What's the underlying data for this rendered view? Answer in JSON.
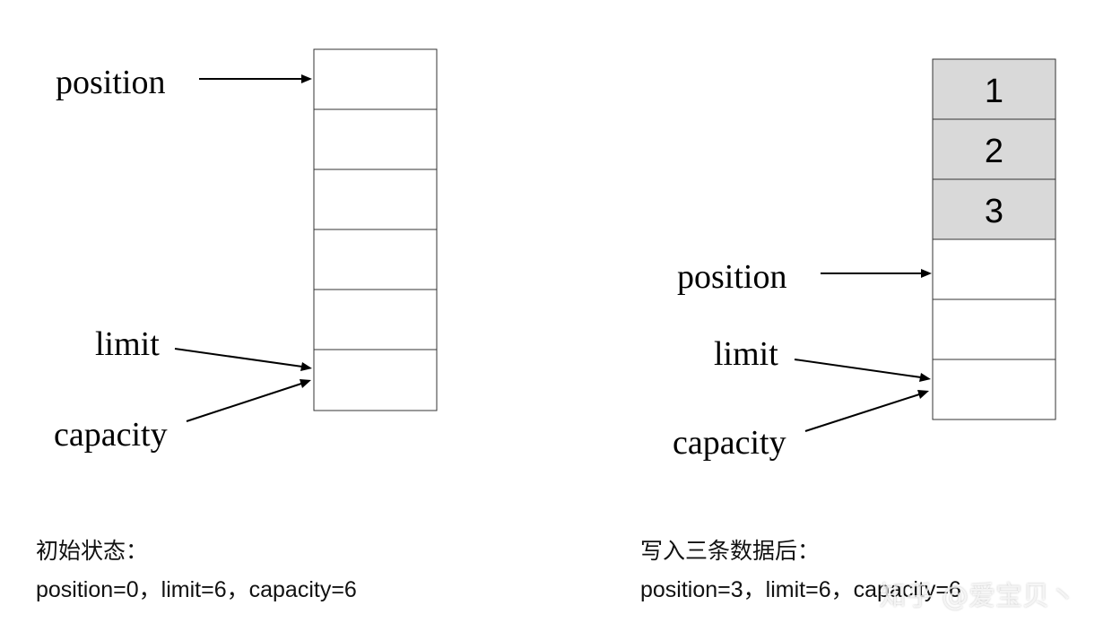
{
  "colors": {
    "filled_cell": "#d9d9d9",
    "empty_cell": "#ffffff",
    "border": "#333333",
    "arrow": "#000000"
  },
  "left_panel": {
    "cells": [
      "",
      "",
      "",
      "",
      "",
      ""
    ],
    "filled": [
      false,
      false,
      false,
      false,
      false,
      false
    ],
    "labels": {
      "position": "position",
      "limit": "limit",
      "capacity": "capacity"
    },
    "state_title": "初始状态：",
    "state_values": "position=0，limit=6，capacity=6"
  },
  "right_panel": {
    "cells": [
      "1",
      "2",
      "3",
      "",
      "",
      ""
    ],
    "filled": [
      true,
      true,
      true,
      false,
      false,
      false
    ],
    "labels": {
      "position": "position",
      "limit": "limit",
      "capacity": "capacity"
    },
    "state_title": "写入三条数据后：",
    "state_values": "position=3，limit=6，capacity=6"
  },
  "watermark": "知乎 @爱宝贝丶"
}
